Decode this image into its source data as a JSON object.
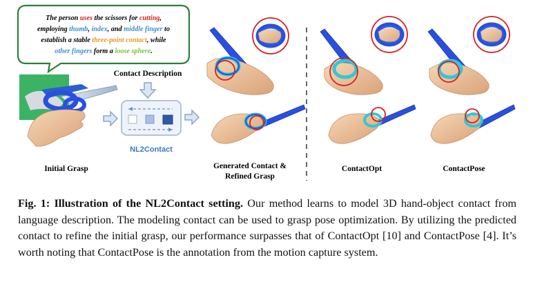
{
  "bubble": {
    "segments": [
      {
        "text": "The person ",
        "color": "#111111"
      },
      {
        "text": "uses",
        "color": "#d81e1e"
      },
      {
        "text": " the scissors for ",
        "color": "#111111"
      },
      {
        "text": "cutting",
        "color": "#d81e1e"
      },
      {
        "text": ",",
        "color": "#111111"
      },
      {
        "text": "employing ",
        "color": "#111111"
      },
      {
        "text": "thumb",
        "color": "#3f8fd8"
      },
      {
        "text": ", ",
        "color": "#111111"
      },
      {
        "text": "index",
        "color": "#3f8fd8"
      },
      {
        "text": ", and ",
        "color": "#111111"
      },
      {
        "text": "middle finger",
        "color": "#3f8fd8"
      },
      {
        "text": " to",
        "color": "#111111"
      },
      {
        "text": "establish a stable ",
        "color": "#111111"
      },
      {
        "text": "three-point contact",
        "color": "#e59b1a"
      },
      {
        "text": ", while",
        "color": "#111111"
      },
      {
        "text": "other fingers",
        "color": "#3f8fd8"
      },
      {
        "text": " form a ",
        "color": "#111111"
      },
      {
        "text": "loose sphere",
        "color": "#7fbf3a"
      },
      {
        "text": ".",
        "color": "#111111"
      }
    ]
  },
  "labels": {
    "contact_description": "Contact Description",
    "nl2contact": "NL2Contact",
    "initial_grasp": "Initial Grasp",
    "generated_line1": "Generated Contact &",
    "generated_line2": "Refined Grasp",
    "contactopt": "ContactOpt",
    "contactpose": "ContactPose"
  },
  "caption": {
    "lead": "Fig. 1: Illustration of the NL2Contact setting.",
    "body": " Our method learns to model 3D hand-object contact from language description. The modeling contact can be used to grasp pose optimization. By utilizing the predicted contact to refine the initial grasp, our performance surpasses that of ContactOpt [10] and ContactPose [4]. It’s worth noting that ContactPose is the annotation from the motion capture system."
  },
  "colors": {
    "scissor_blue": "#2a4fe0",
    "skin": "#f0c9a0",
    "highlight_red": "#d81e1e",
    "arrow_blue": "#8aa6c9",
    "nl2contact_text": "#3a78c9"
  }
}
